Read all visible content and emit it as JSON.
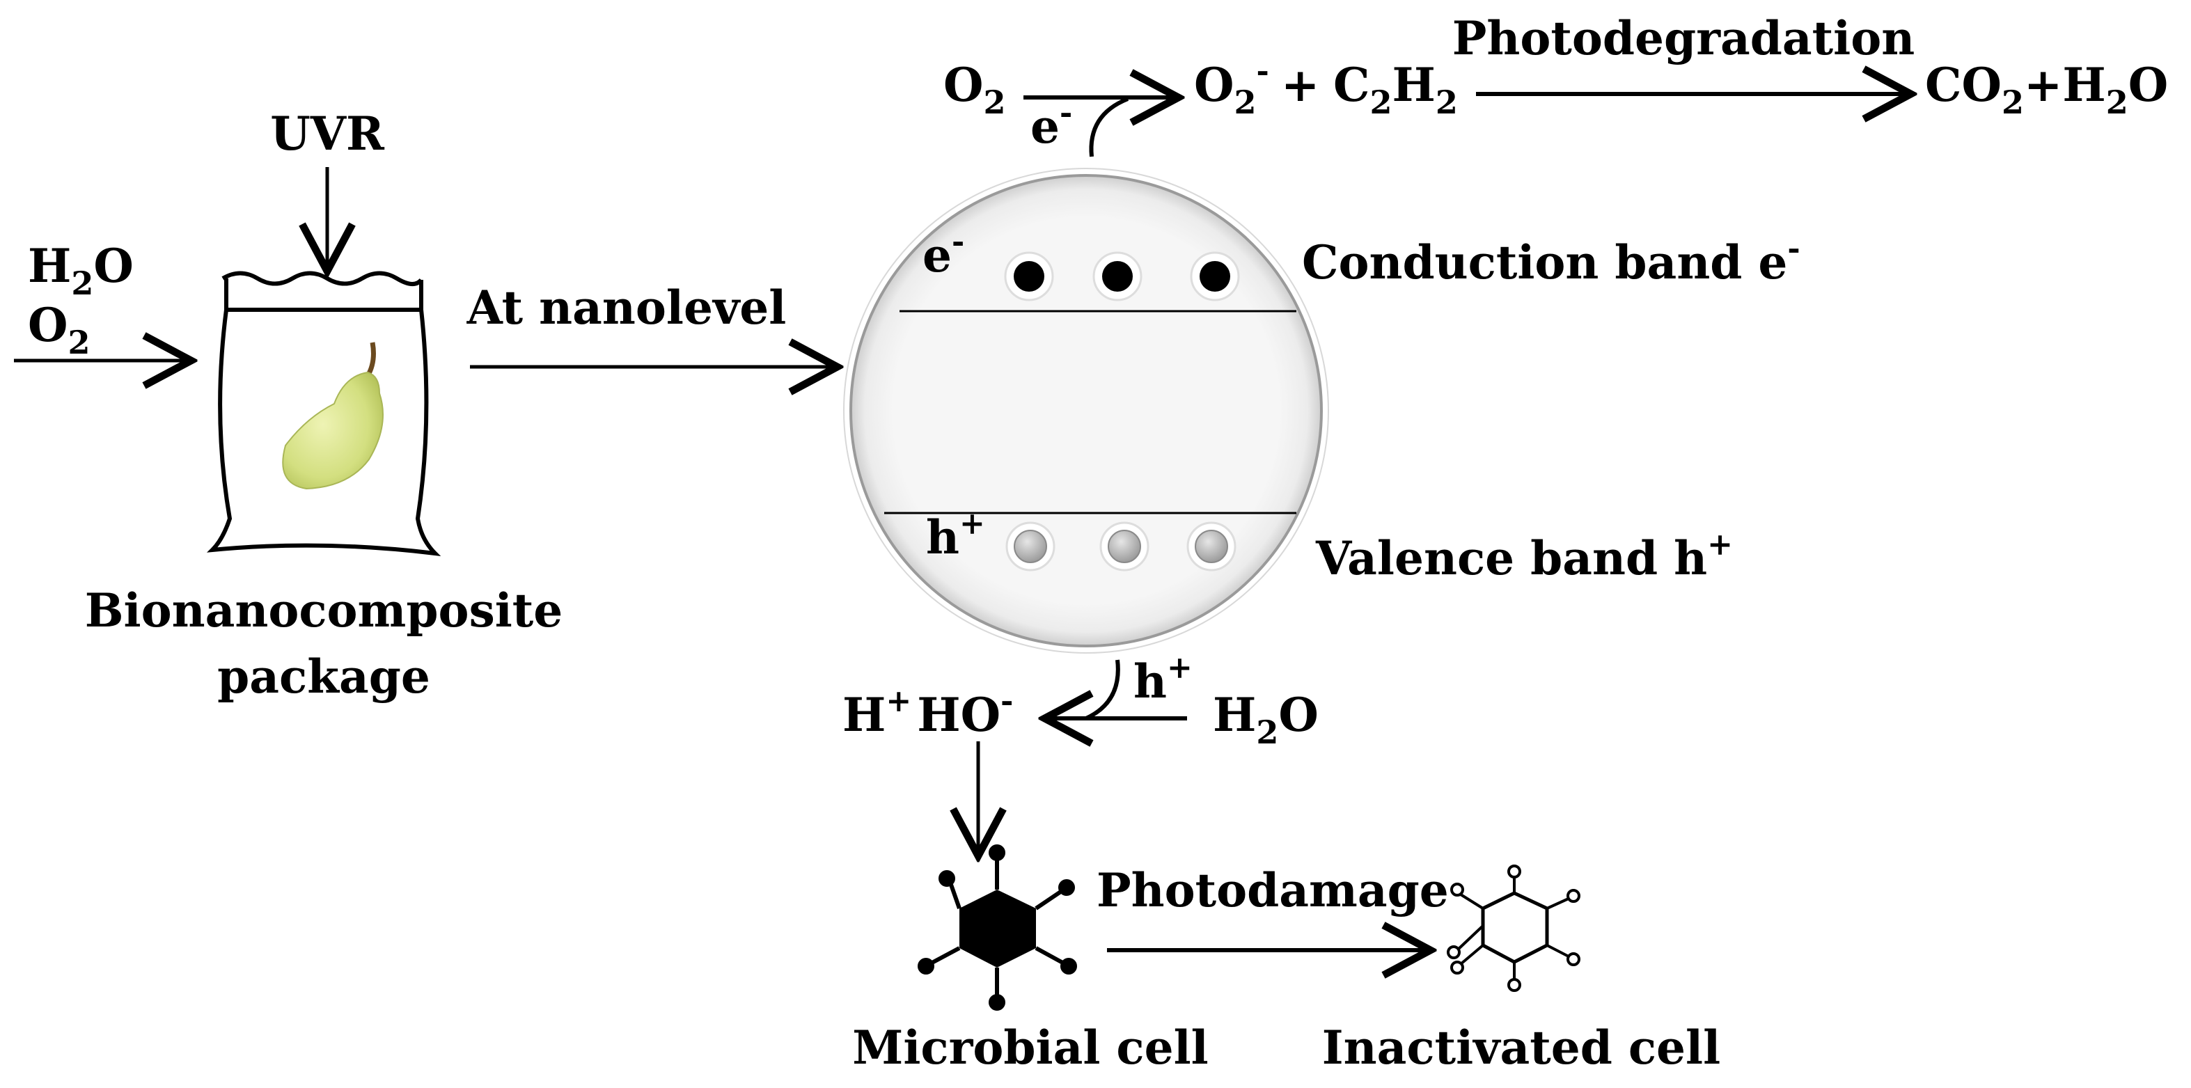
{
  "labels": {
    "uvr": "UVR",
    "h2o_input_main": "H",
    "h2o_input_sub": "2",
    "h2o_input_tail": "O",
    "o2_input_main": "O",
    "o2_input_sub": "2",
    "package_line1": "Bionanocomposite",
    "package_line2": "package",
    "nanolevel": "At nanolevel",
    "o2_top_main": "O",
    "o2_top_sub": "2",
    "e_top_main": "e",
    "e_top_sup": "-",
    "superoxide_main": "O",
    "superoxide_sub": "2",
    "superoxide_sup": "-",
    "plus1": "+",
    "c2h2_c": "C",
    "c2h2_sub1": "2",
    "c2h2_h": "H",
    "c2h2_sub2": "2",
    "photodegradation": "Photodegradation",
    "co2_main": "CO",
    "co2_sub": "2",
    "plus2": "+",
    "h2o_prod_main": "H",
    "h2o_prod_sub": "2",
    "h2o_prod_tail": "O",
    "e_band_main": "e",
    "e_band_sup": "-",
    "conduction_main": "Conduction band e",
    "conduction_sup": "-",
    "h_band_main": "h",
    "h_band_sup": "+",
    "valence_main": "Valence band h",
    "valence_sup": "+",
    "h_arrow_main": "h",
    "h_arrow_sup": "+",
    "h2o_right_main": "H",
    "h2o_right_sub": "2",
    "h2o_right_tail": "O",
    "hplus_main": "H",
    "hplus_sup": "+",
    "ho_main": "HO",
    "ho_sup": "-",
    "photodamage": "Photodamage",
    "microbial_cell": "Microbial cell",
    "inactivated_cell": "Inactivated cell"
  },
  "icons": {
    "fruit": "pear-icon",
    "package": "bag-icon",
    "particle": "nanoparticle-circle",
    "active_cell": "microbial-cell-icon",
    "dead_cell": "inactivated-cell-icon"
  },
  "colors": {
    "electron": "#000000",
    "hole": "#b8b8b8",
    "pear_body": "#d9e48a",
    "pear_stem": "#6b4a1f",
    "circle_fill": "#f3f3f3"
  }
}
